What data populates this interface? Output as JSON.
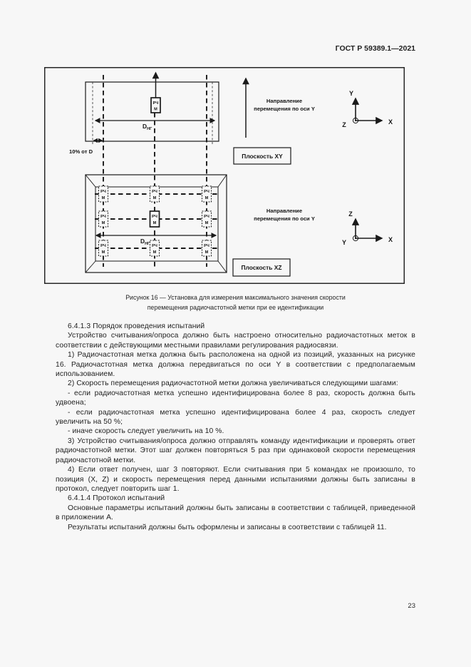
{
  "page": {
    "header": "ГОСТ Р 59389.1—2021",
    "page_number": "23"
  },
  "colors": {
    "background": "#f7f7f7",
    "ink": "#1a1a1a"
  },
  "figure": {
    "caption": {
      "line1": "Рисунок 16 — Установка для измерения максимального значения скорости",
      "line2": "перемещения радиочастотной метки при ее идентификации"
    },
    "labels": {
      "tag_top": "РЧ",
      "tag_bottom": "М",
      "distance": "D",
      "distance_sub": "НГ",
      "ten_percent": "10% от D",
      "direction_line1": "Направление",
      "direction_line2": "перемещения по оси Y",
      "plane_xy": "Плоскость XY",
      "plane_xz": "Плоскость XZ",
      "axis_x": "X",
      "axis_y": "Y",
      "axis_z": "Z"
    }
  },
  "content": {
    "section_6413_title": "6.4.1.3 Порядок проведения испытаний",
    "para_setup": "Устройство считывания/опроса должно быть настроено относительно радиочастотных меток в соответствии с действующими местными правилами регулирования радиосвязи.",
    "step_1": "1) Радиочастотная метка должна быть расположена на одной из позиций, указанных на рисунке 16. Радиочастотная метка должна передвигаться по оси Y в соответствии с предполагаемым использованием.",
    "step_2": "2) Скорость перемещения радиочастотной метки должна увеличиваться следующими шагами:",
    "step_2a": "- если радиочастотная метка успешно идентифицирована более 8 раз, скорость должна быть удвоена;",
    "step_2b": "- если радиочастотная метка успешно идентифицирована более 4 раз, скорость следует увеличить на 50 %;",
    "step_2c": "- иначе скорость следует увеличить на 10 %.",
    "step_3": "3) Устройство считывания/опроса должно отправлять команду идентификации и проверять ответ радиочастотной метки. Этот шаг должен повторяться 5 раз при одинаковой скорости перемещения радиочастотной метки.",
    "step_4": "4) Если ответ получен, шаг 3 повторяют. Если считывания при 5 командах не произошло, то позиция (X, Z) и скорость перемещения перед данными испытаниями должны быть записаны в протокол, следует повторить шаг 1.",
    "section_6414_title": "6.4.1.4 Протокол испытаний",
    "para_params": "Основные параметры испытаний должны быть записаны в соответствии с таблицей, приведенной в приложении А.",
    "para_results": "Результаты испытаний должны быть оформлены и записаны в соответствии с таблицей 11."
  }
}
